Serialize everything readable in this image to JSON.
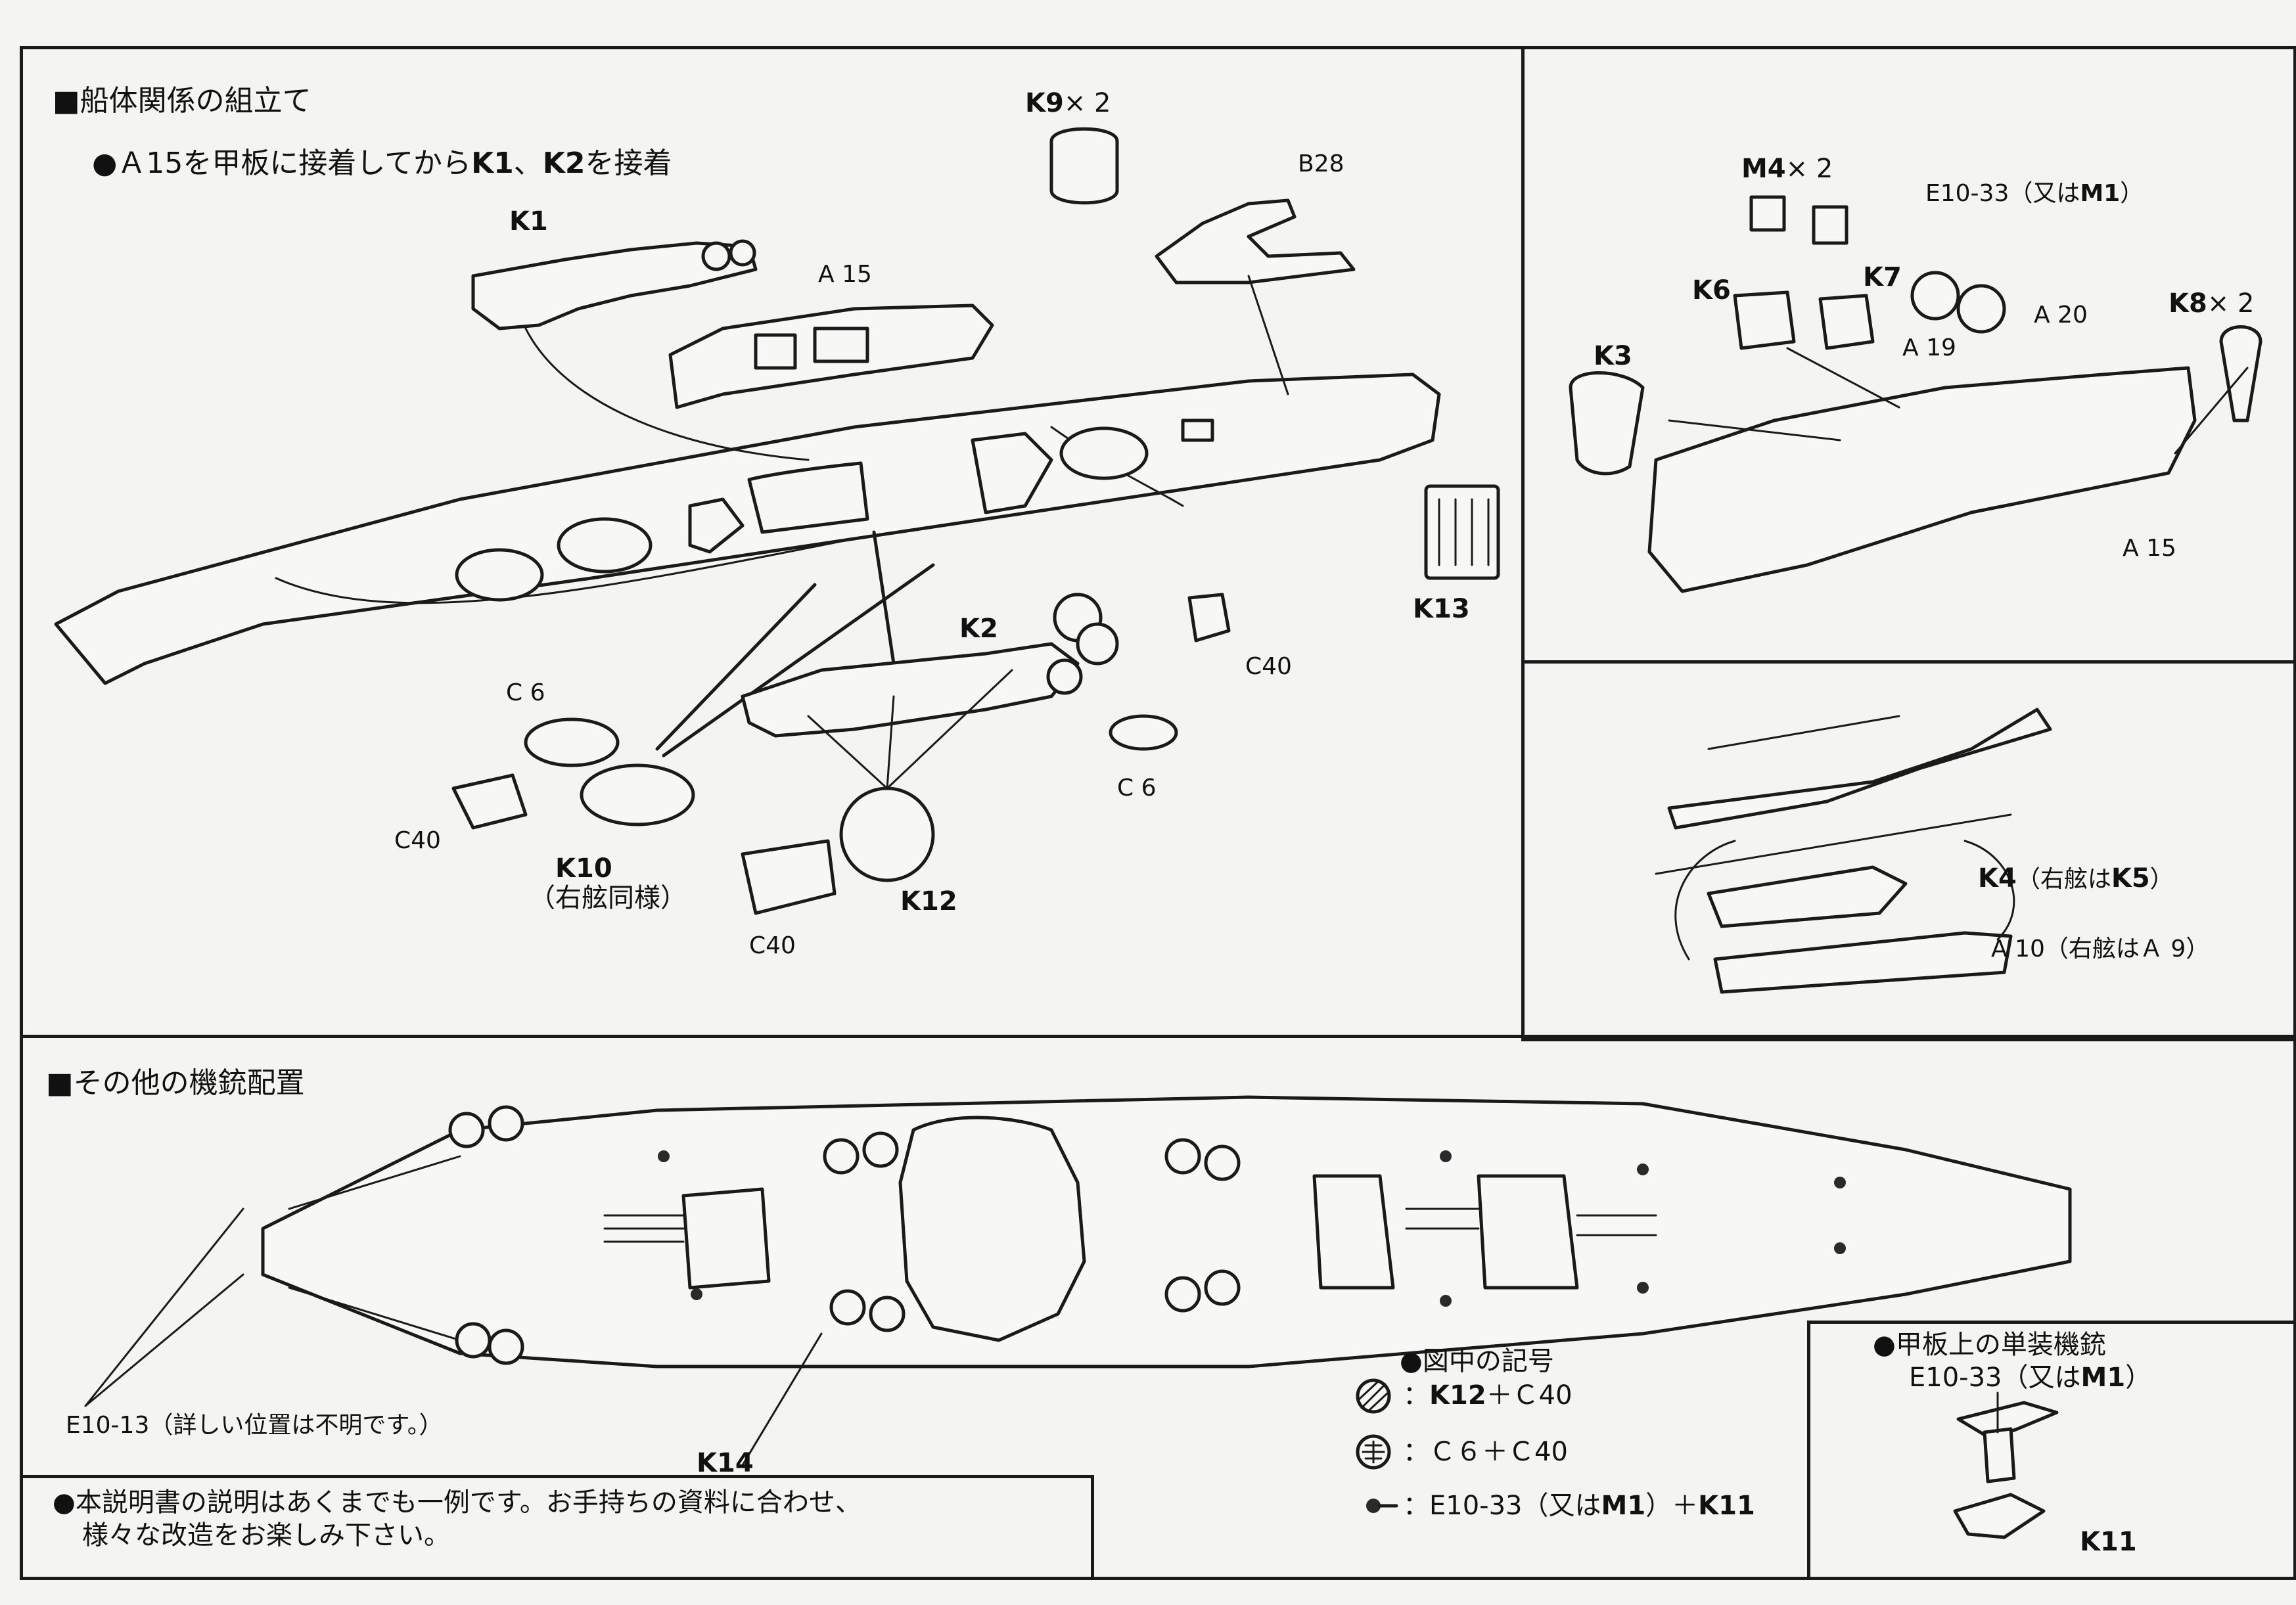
{
  "sections": {
    "hull_assembly": {
      "title": "■船体関係の組立て",
      "note_prefix": "●Ａ15を甲板に接着してから",
      "note_k1": "K1",
      "note_sep": "、",
      "note_k2": "K2",
      "note_suffix": "を接着"
    },
    "other_guns": {
      "title": "■その他の機銃配置"
    }
  },
  "parts": {
    "k1": "K1",
    "a15_top": "A 15",
    "k9": "K9",
    "k9_qty": "× 2",
    "b28": "B28",
    "k13": "K13",
    "k2": "K2",
    "c40_a": "C40",
    "c6_a": "C 6",
    "c6_b": "C 6",
    "c40_b": "C40",
    "k10": "K10",
    "k10_note": "（右舷同様）",
    "c40_c": "C40",
    "k12": "K12",
    "k14": "K14",
    "m4": "M4",
    "m4_qty": "× 2",
    "e10_33_prefix": "E10-33（又は",
    "e10_33_m1": "M1",
    "e10_33_suffix": "）",
    "k6": "K6",
    "k7": "K7",
    "a20": "A 20",
    "a19": "A 19",
    "k8": "K8",
    "k8_qty": "× 2",
    "k3": "K3",
    "a15_right": "A 15",
    "k4": "K4",
    "k4_note_a": "（右舷は",
    "k5": "K5",
    "k4_note_b": "）",
    "a10_note": "A 10（右舷はＡ 9）"
  },
  "e10_13_note": "E10-13（詳しい位置は不明です。）",
  "disclaimer": {
    "line1": "●本説明書の説明はあくまでも一例です。お手持ちの資料に合わせ、",
    "line2": "様々な改造をお楽しみ下さい。"
  },
  "legend": {
    "title": "●図中の記号",
    "row1_prefix": "：",
    "row1_k12": "K12",
    "row1_suffix": "＋Ｃ40",
    "row2_text": "：Ｃ６＋Ｃ40",
    "row3_prefix": "：E10-33（又は",
    "row3_m1": "M1",
    "row3_mid": "）＋",
    "row3_k11": "K11"
  },
  "single_gun": {
    "title": "●甲板上の単装機銃",
    "sub_prefix": "E10-33（又は",
    "sub_m1": "M1",
    "sub_suffix": "）",
    "k11": "K11"
  }
}
